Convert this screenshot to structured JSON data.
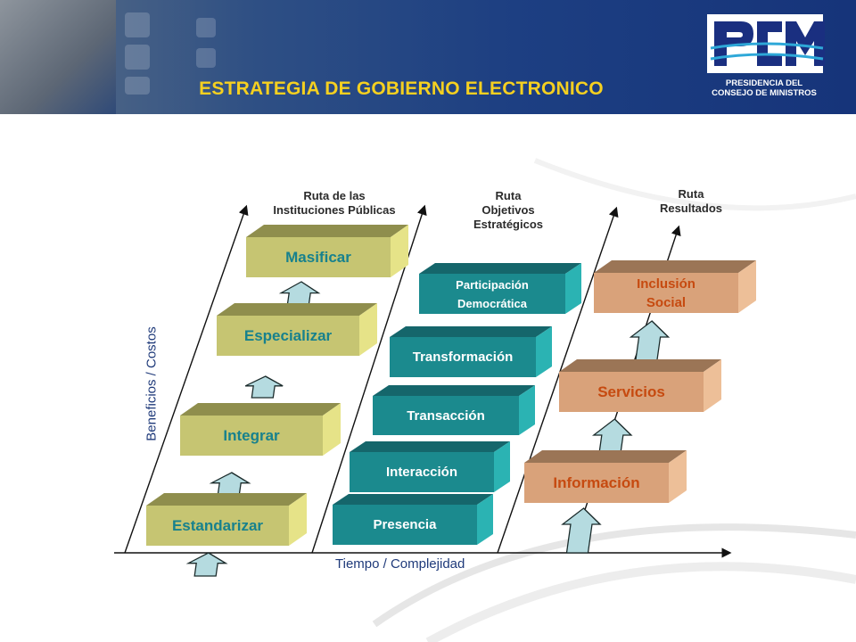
{
  "title": "ESTRATEGIA DE GOBIERNO ELECTRONICO",
  "logo": {
    "name": "PCM-logo",
    "lines": [
      "PRESIDENCIA DEL",
      "CONSEJO DE MINISTROS"
    ]
  },
  "routes": [
    {
      "label_lines": [
        "Ruta de las",
        "Instituciones Públicas"
      ],
      "steps": [
        "Estandarizar",
        "Integrar",
        "Especializar",
        "Masificar"
      ]
    },
    {
      "label_lines": [
        "Ruta",
        "Objetivos",
        "Estratégicos"
      ],
      "steps": [
        "Presencia",
        "Interacción",
        "Transacción",
        "Transformación",
        [
          "Participación",
          "Democrática"
        ]
      ]
    },
    {
      "label_lines": [
        "Ruta",
        "Resultados"
      ],
      "steps": [
        "Información",
        "Servicios",
        [
          "Inclusión",
          "Social"
        ]
      ]
    }
  ],
  "axes": {
    "y_label": "Beneficios / Costos",
    "x_label": "Tiempo / Complejidad"
  },
  "colors": {
    "title": "#f5d020",
    "olive_front": "#c6c572",
    "olive_top": "#8f8e4d",
    "olive_side": "#e6e388",
    "olive_text": "#17818d",
    "teal_front": "#1b8a8e",
    "teal_top": "#15666b",
    "teal_side": "#2bb3b3",
    "teal_text": "#ffffff",
    "tan_front": "#d9a27a",
    "tan_top": "#9b7556",
    "tan_side": "#edbf98",
    "tan_text": "#c64a10",
    "arrow": "#b5dbe0"
  }
}
